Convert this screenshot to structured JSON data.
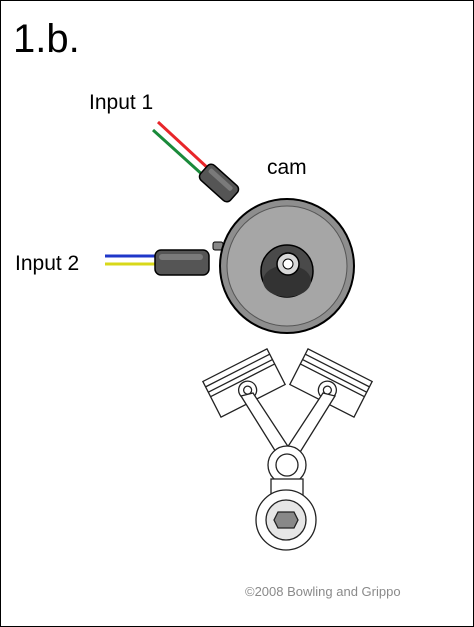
{
  "title": "1.b.",
  "labels": {
    "input1": "Input 1",
    "input2": "Input 2",
    "cam": "cam"
  },
  "credit": "©2008 Bowling and Grippo",
  "icons": [
    "sensor-1-icon",
    "sensor-2-icon",
    "cam-wheel-icon",
    "v-engine-pistons-icon",
    "crankshaft-icon"
  ],
  "colors": {
    "wire_red": "#e8262a",
    "wire_green": "#1a8a3a",
    "wire_blue": "#1f37c9",
    "wire_yellow": "#d8d81a",
    "sensor_body": "#555555",
    "cam_disc": "#9a9a9a",
    "cam_hub": "#4a4a4a"
  }
}
